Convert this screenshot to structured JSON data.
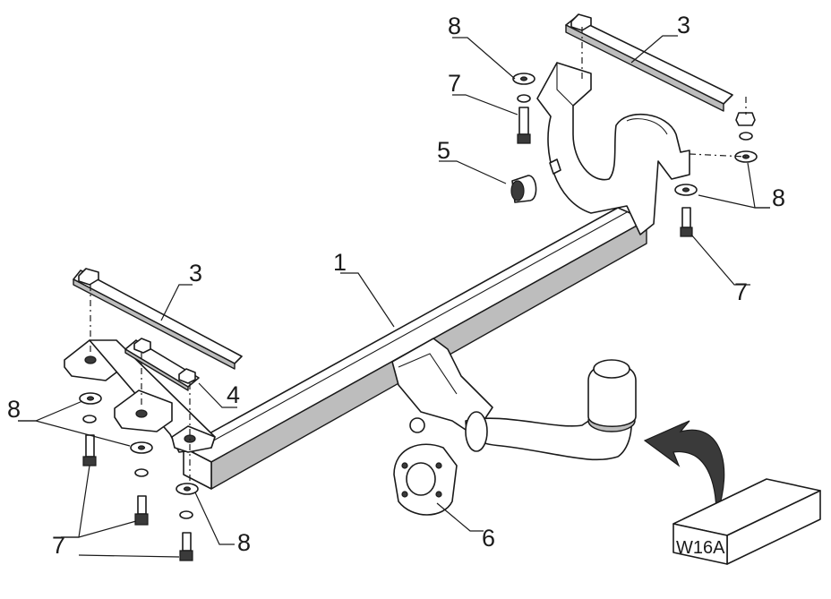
{
  "callouts": {
    "main_bar": "1",
    "plate_left": "3",
    "plate_right": "3",
    "nut_plate": "4",
    "spacer": "5",
    "socket": "6",
    "bolt_top": "7",
    "bolt_right": "7",
    "bolt_left": "7",
    "washer_top": "8",
    "washer_right": "8",
    "washer_left": "8",
    "washer_bottom": "8"
  },
  "model_code": "W16A"
}
